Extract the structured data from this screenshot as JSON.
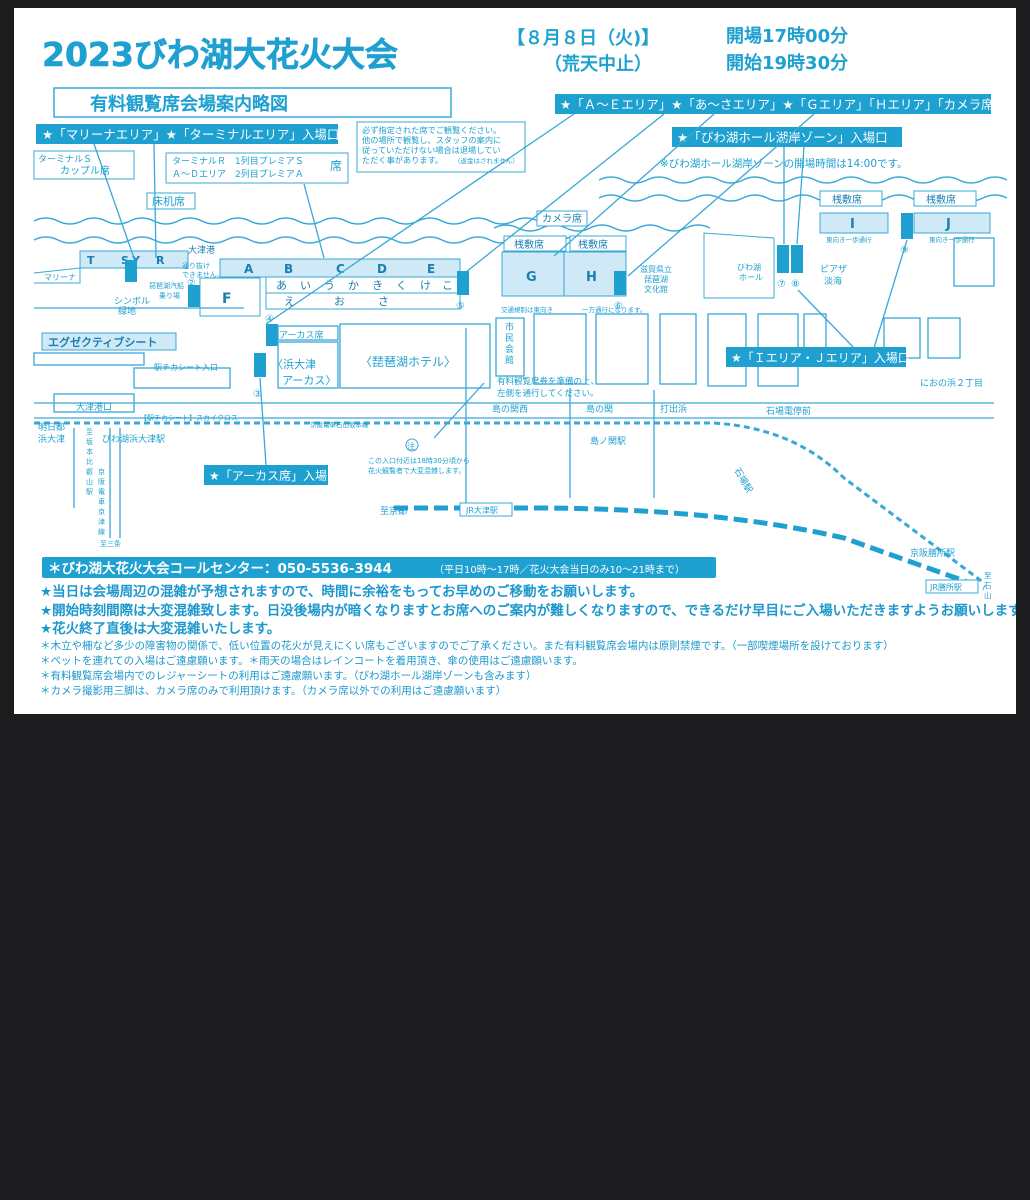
{
  "header": {
    "title": "2023びわ湖大花火大会",
    "date": "【８月８日（火)】",
    "rain": "（荒天中止）",
    "open": "開場17時00分",
    "start": "開始19時30分",
    "subtitle": "有料観覧席会場案内略図"
  },
  "entrances": {
    "marina_terminal": "★「マリーナエリア」★「ターミナルエリア」入場口",
    "a_to_camera": "★「Ａ～Ｅエリア」★「あ～さエリア」★「Ｇエリア」「Ｈエリア」「カメラ席」",
    "biwako_hall": "★「びわ湖ホール湖岸ゾーン」入場口",
    "biwako_hall_note": "※びわ湖ホール湖岸ゾーンの開場時間は14:00です。",
    "arcas": "★「アーカス席」入場口",
    "ij": "★「Ｉエリア・Ｊエリア」入場口"
  },
  "seat_notice": [
    "必ず指定された席でご観覧ください。",
    "他の場所で観覧し、スタッフの案内に",
    "従っていただけない場合は退場してい",
    "ただく事があります。",
    "（返金はされません）"
  ],
  "areas": {
    "terminal_s": [
      "ターミナルＳ",
      "カップル席"
    ],
    "terminal_r": [
      "ターミナルＲ　1列目プレミアＳ",
      "Ａ～Ｄエリア　2列目プレミアＡ",
      "席"
    ],
    "tokoya": "床机席",
    "marina": "マリーナ",
    "T": "T",
    "S": "S",
    "Y": "Y",
    "R": "R",
    "letters": [
      "A",
      "B",
      "C",
      "D",
      "E"
    ],
    "kana1": [
      "あ",
      "い",
      "う",
      "か",
      "き",
      "く",
      "け",
      "こ"
    ],
    "kana2": [
      "え",
      "お",
      "さ"
    ],
    "F": "F",
    "G": "G",
    "H": "H",
    "I": "I",
    "J": "J",
    "camera": "カメラ席",
    "sajiki1": "桟敷席",
    "sajiki2": "桟敷席",
    "sajiki3": "桟敷席",
    "sajiki4": "桟敷席",
    "executive": "エグゼクティブシート",
    "eki_chika_entry": "駅チカシート入口",
    "eki_chika": "【駅チカシート】スカイクロス",
    "arcas_seat": "アーカス席"
  },
  "places": {
    "otsu_port": "大津港",
    "tori_nuke": [
      "通り抜け",
      "できません。"
    ],
    "symbol": [
      "シンボル",
      "緑地"
    ],
    "biwako_kisen": [
      "琵琶湖汽船",
      "乗り場"
    ],
    "hamaotsu_arcas": [
      "〈浜大津",
      "アーカス〉"
    ],
    "biwako_hotel": "〈琵琶湖ホテル〉",
    "shimin_kaikan": [
      "市",
      "民",
      "会",
      "館"
    ],
    "bunka_kaikan": [
      "滋賀県立",
      "琵琶湖",
      "文化館"
    ],
    "biwako_hall": [
      "びわ湖",
      "ホール"
    ],
    "piazza": [
      "ピアザ",
      "淡海"
    ],
    "nionohama": "におの浜２丁目",
    "otsukoguchi": "大津港口",
    "ashita_miyako": [
      "明日都",
      "浜大津"
    ],
    "biwako_hamaotsu": "びわ湖浜大津駅",
    "keihan_ishiyama": "京阪電車石山坂本線",
    "shimanoseki_nishi": "島の関西",
    "shimanoseki": "島の関",
    "uchidehama": "打出浜",
    "ishiba_stop": "石場電停前",
    "shimanoseki_st": "島ノ関駅",
    "ishiba_st": "石場駅",
    "zezeji": "京阪膳所駅",
    "jr_otsu": "JR大津駅",
    "jr_zeze": "JR膳所駅",
    "to_kyoto": "至京都",
    "to_ishiyama": [
      "至",
      "石",
      "山"
    ],
    "to_hieizan": [
      "至",
      "坂",
      "本",
      "比",
      "叡",
      "山",
      "駅"
    ],
    "keihan_keishin": [
      "京",
      "阪",
      "電",
      "車",
      "京",
      "津",
      "線"
    ],
    "to_sanjo": "至三条",
    "traffic1": "交通規制は東向き",
    "traffic2": "一方通行になります。",
    "higashi_oneway1": "東向き一歩通行",
    "higashi_oneway2": "東向き一歩通行",
    "ticket_note": [
      "有料観覧席券を準備の上、",
      "左側を通行してください。"
    ],
    "caution": [
      "この入口付近は18時30分頃から",
      "花火観覧者で大変混雑します。"
    ],
    "entrance": "入口",
    "caution_mark": "注"
  },
  "entrance_numbers": [
    "①",
    "②",
    "③",
    "④",
    "⑤",
    "⑥",
    "⑦",
    "⑧",
    "⑨"
  ],
  "callcenter": {
    "label": "＊びわ湖大花火大会コールセンター：050-5536-3944",
    "hours": "（平日10時～17時／花火大会当日のみ10～21時まで）"
  },
  "notes": [
    "★当日は会場周辺の混雑が予想されますので、時間に余裕をもってお早めのご移動をお願いします。",
    "★開始時刻間際は大変混雑致します。日没後場内が暗くなりますとお席へのご案内が難しくなりますので、できるだけ早目にご入場いただきますようお願いします。",
    "★花火終了直後は大変混雑いたします。"
  ],
  "small_notes": [
    "＊木立や柵など多少の障害物の関係で、低い位置の花火が見えにくい席もございますのでご了承ください。また有料観覧席会場内は原則禁煙です。（一部喫煙場所を設けております）",
    "＊ペットを連れての入場はご遠慮願います。＊雨天の場合はレインコートを着用頂き、傘の使用はご遠慮願います。",
    "＊有料観覧席会場内でのレジャーシートの利用はご遠慮願います。（びわ湖ホール湖岸ゾーンも含みます）",
    "＊カメラ撮影用三脚は、カメラ席のみで利用頂けます。（カメラ席以外での利用はご遠慮願います）"
  ],
  "colors": {
    "primary": "#1ea0d0",
    "dark": "#1a7fb0",
    "background": "#1c1c1e",
    "paper": "#ffffff"
  }
}
